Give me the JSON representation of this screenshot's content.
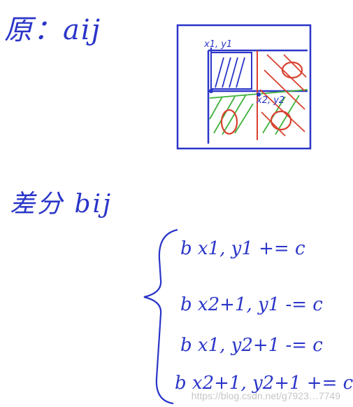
{
  "colors": {
    "ink": "#2a35c8",
    "hatch_green": "#3fb23a",
    "hatch_red": "#d8402e",
    "watermark": "#999999"
  },
  "title": "原：aij",
  "diff_label": "差分 bij",
  "diagram": {
    "point_1": "x1, y1",
    "point_2": "x2, y2"
  },
  "equations": [
    "b x1, y1 += c",
    "b x2+1, y1 -= c",
    "b x1, y2+1 -= c",
    "b x2+1, y2+1 += c"
  ],
  "watermark": "https://blog.csdn.net/g7923…7749"
}
